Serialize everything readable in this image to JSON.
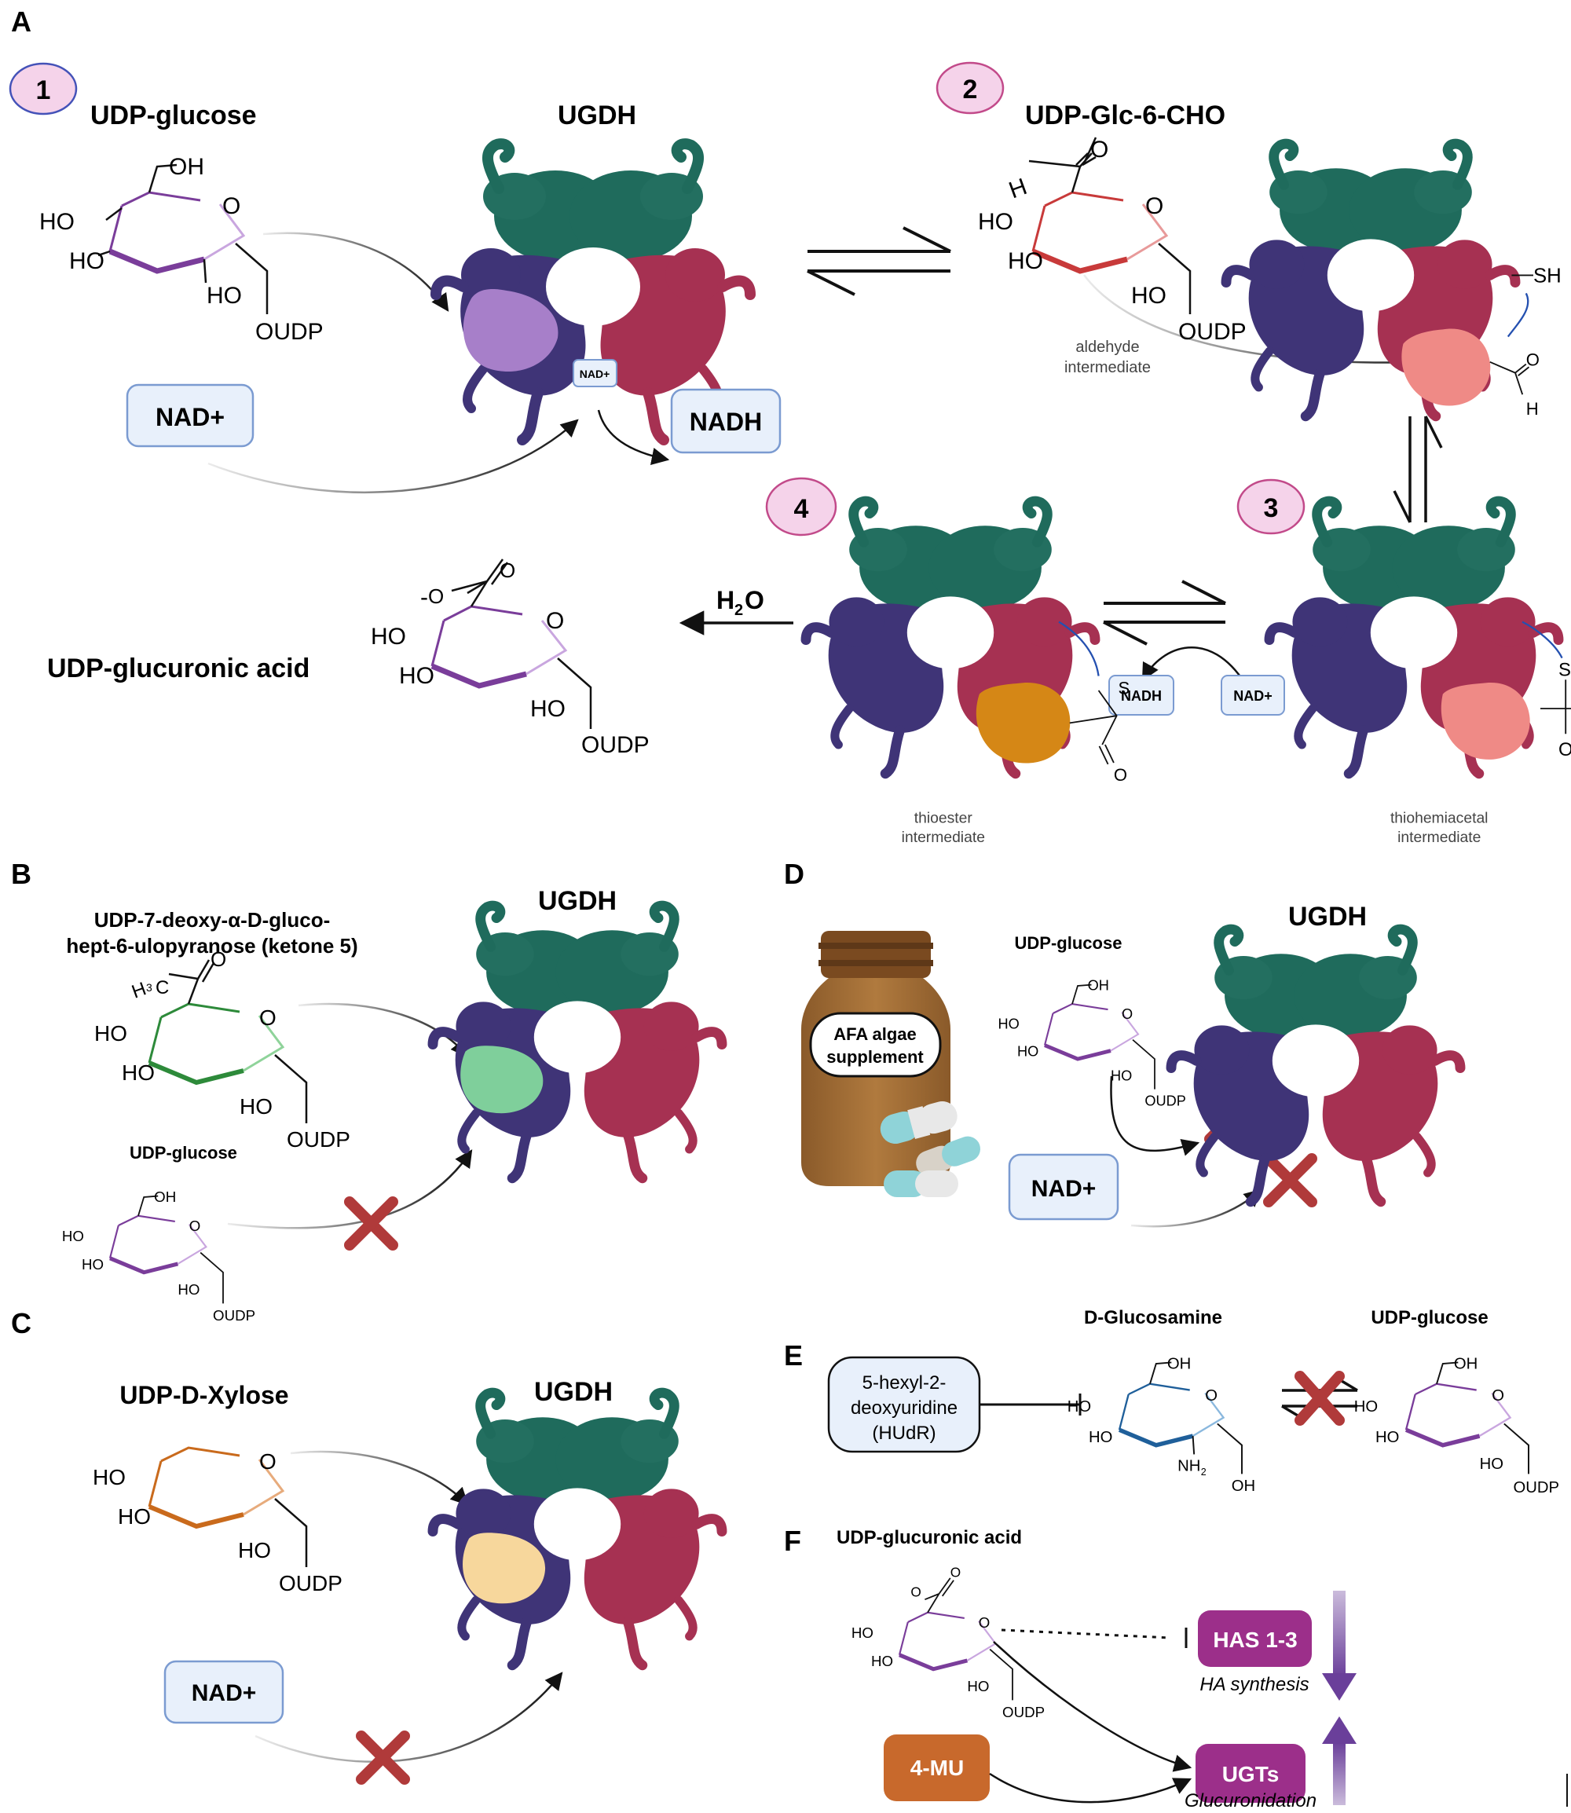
{
  "panels": {
    "A": {
      "letter": "A",
      "step1": "1",
      "step2": "2",
      "step3": "3",
      "step4": "4",
      "substrate": "UDP-glucose",
      "enzyme": "UGDH",
      "intermediate_title": "UDP-Glc-6-CHO",
      "nad_plus": "NAD+",
      "nadh": "NADH",
      "nad_small": "NAD+",
      "nadh_small": "NADH",
      "nad_in_enzyme": "NAD+",
      "aldehyde_label_1": "aldehyde",
      "aldehyde_label_2": "intermediate",
      "thioester_label_1": "thioester",
      "thioester_label_2": "intermediate",
      "thiohemi_label_1": "thiohemiacetal",
      "thiohemi_label_2": "intermediate",
      "water": "H",
      "water_sub": "2",
      "water_o": "O",
      "product": "UDP-glucuronic acid"
    },
    "B": {
      "letter": "B",
      "inhibitor_line1": "UDP-7-deoxy-α-D-gluco-",
      "inhibitor_line2": "hept-6-ulopyranose (ketone 5)",
      "enzyme": "UGDH",
      "substrate": "UDP-glucose"
    },
    "C": {
      "letter": "C",
      "inhibitor": "UDP-D-Xylose",
      "enzyme": "UGDH",
      "nad_plus": "NAD+"
    },
    "D": {
      "letter": "D",
      "supplement_line1": "AFA algae",
      "supplement_line2": "supplement",
      "substrate": "UDP-glucose",
      "enzyme": "UGDH",
      "nad_plus": "NAD+"
    },
    "E": {
      "letter": "E",
      "inhibitor_line1": "5-hexyl-2-",
      "inhibitor_line2": "deoxyuridine",
      "inhibitor_line3": "(HUdR)",
      "glucosamine": "D-Glucosamine",
      "substrate": "UDP-glucose"
    },
    "F": {
      "letter": "F",
      "product": "UDP-glucuronic acid",
      "has": "HAS 1-3",
      "has_caption": "HA synthesis",
      "drug": "4-MU",
      "ugt": "UGTs",
      "ugt_caption": "Glucuronidation"
    }
  },
  "colors": {
    "teal": "#1f6b5c",
    "indigo": "#3f3477",
    "crimson": "#a63152",
    "lilac_pocket": "#a77fc9",
    "salmon_pocket": "#ef8a86",
    "orange_pocket": "#d58716",
    "green_pocket": "#7fcf9b",
    "cream_pocket": "#f7d79c",
    "box_fill": "#e8f0fb",
    "box_stroke": "#7b9bd1",
    "step_fill": "#f5d3ea",
    "step_stroke_1": "#4452b8",
    "step_stroke": "#c24a8a",
    "cross": "#b03a3a",
    "has_fill": "#9c2f8a",
    "mu_fill": "#c8692c",
    "arrow_purple": "#6a3f9a"
  },
  "ring_colors": {
    "purple": "#7a3d9a",
    "red": "#c83a3a",
    "green": "#2d8a3a",
    "orange": "#c96a1c",
    "blue": "#1f5f9a"
  }
}
